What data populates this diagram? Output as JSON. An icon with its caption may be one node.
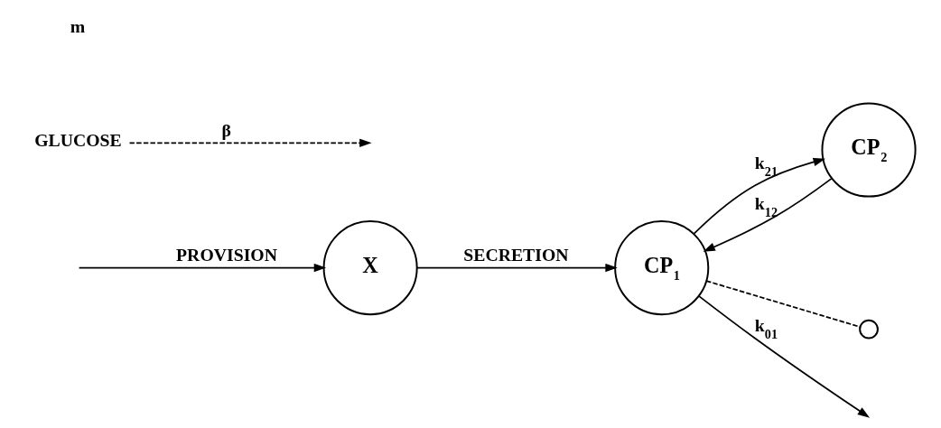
{
  "diagram": {
    "nodes": [
      {
        "text": [
          "X"
        ]
      },
      {
        "text": [
          "CP$_{1}$"
        ]
      },
      {
        "text": [
          "CP$_{2}$"
        ]
      },
      {
        "text": [],
        "shape": "circle"
      },
      {
        "text": [
          "GLUCOSE"
        ]
      }
    ],
    "edges": [
      {
        "from": null,
        "to": 0,
        "arrow": "to",
        "label": "PROVISION"
      },
      {
        "from": 4,
        "to": null,
        "arrow": "to",
        "label": "β",
        "style": "dashed"
      },
      {
        "from": 0,
        "to": 1,
        "arrow": "to",
        "label": "SECRETION"
      },
      {
        "from": 1,
        "to": 3,
        "arrow": "none",
        "style": "dashed"
      },
      {
        "from": 1,
        "to": 2,
        "arrow": "to",
        "label": "k$_{21}$"
      },
      {
        "from": 2,
        "to": 1,
        "arrow": "to",
        "label": "k$_{12}$"
      },
      {
        "from": 1,
        "to": null,
        "arrow": "to",
        "label": "k$_{01}$"
      }
    ],
    "labels": [
      "m"
    ]
  }
}
